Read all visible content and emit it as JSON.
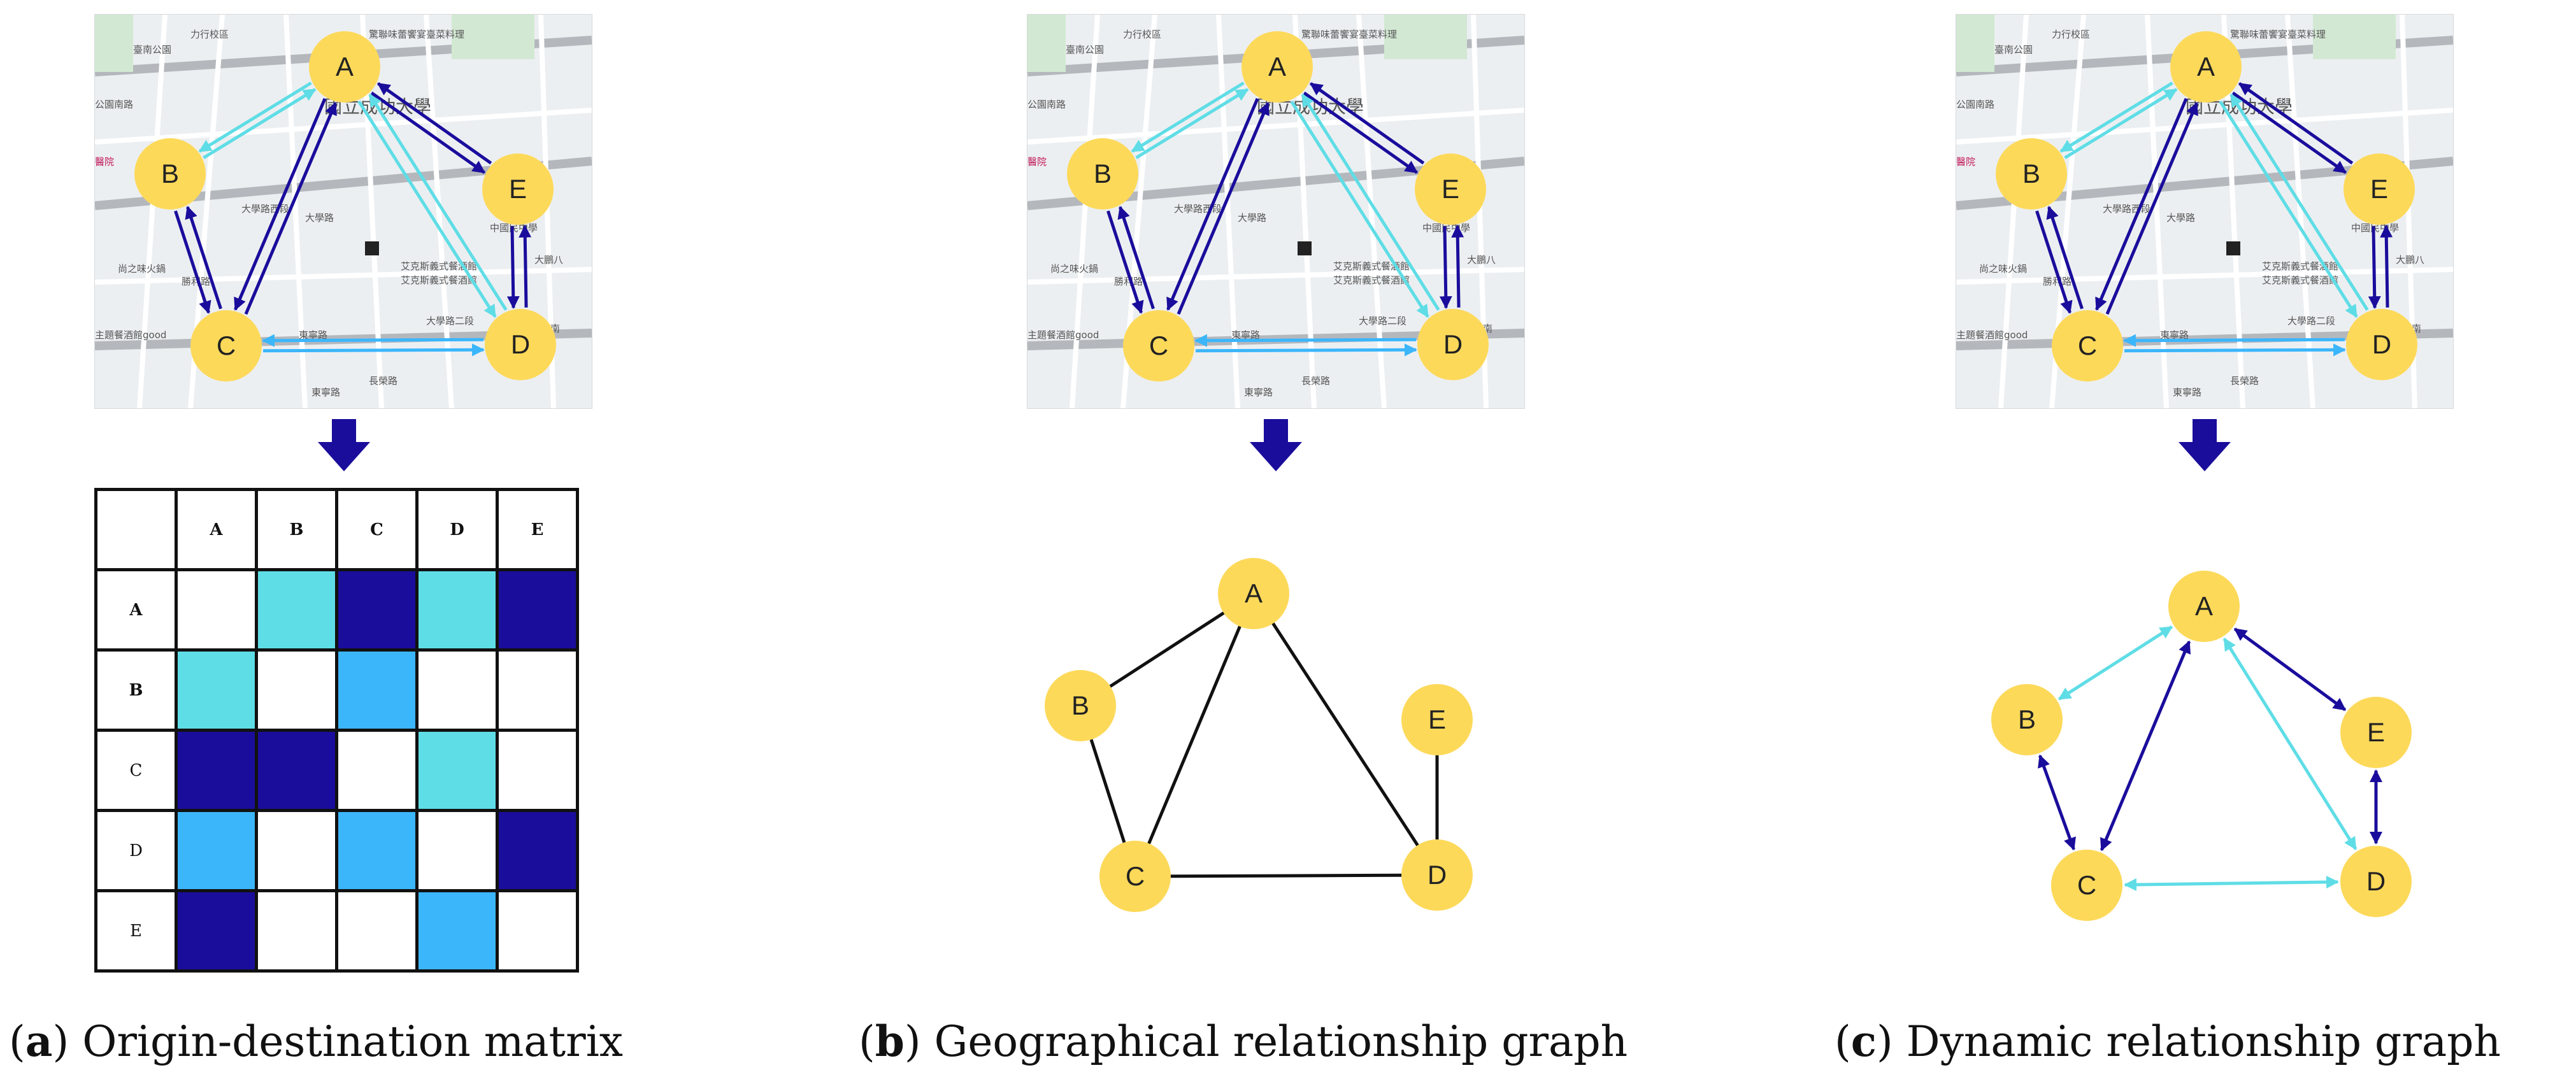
{
  "nodes": [
    "A",
    "B",
    "C",
    "D",
    "E"
  ],
  "map": {
    "labels": [
      "力行校區",
      "臺南公園",
      "公園南路",
      "國立成功大學",
      "大學路",
      "大學路西段",
      "尚之味火鍋",
      "勝利路",
      "主題餐酒館good",
      "東寧路",
      "艾克斯義式餐酒館",
      "艾克斯義式餐酒館",
      "大學路二段",
      "台南",
      "中國民中學",
      "大鵬八",
      "長榮路",
      "醫院",
      "東寧路",
      "驚聯味蕾饗宴臺菜料理"
    ]
  },
  "matrix": {
    "headers": [
      "A",
      "B",
      "C",
      "D",
      "E"
    ],
    "rows": [
      {
        "label": "A",
        "cells": [
          "empty",
          "cyan",
          "navy",
          "cyan",
          "navy"
        ]
      },
      {
        "label": "B",
        "cells": [
          "cyan",
          "empty",
          "sky",
          "empty",
          "empty"
        ]
      },
      {
        "label": "C",
        "cells": [
          "navy",
          "navy",
          "empty",
          "cyan",
          "empty"
        ]
      },
      {
        "label": "D",
        "cells": [
          "sky",
          "empty",
          "sky",
          "empty",
          "navy"
        ]
      },
      {
        "label": "E",
        "cells": [
          "navy",
          "empty",
          "empty",
          "sky",
          "empty"
        ]
      }
    ]
  },
  "colors": {
    "navy": "#1a0d9c",
    "cyan": "#5fdde6",
    "sky": "#3bb6fb",
    "node": "#fdd95a",
    "empty": "#ffffff"
  },
  "geo_edges": [
    [
      "A",
      "B"
    ],
    [
      "A",
      "C"
    ],
    [
      "A",
      "D"
    ],
    [
      "B",
      "C"
    ],
    [
      "C",
      "D"
    ],
    [
      "E",
      "D"
    ]
  ],
  "dyn_edges": [
    {
      "from": "A",
      "to": "B",
      "color": "cyan"
    },
    {
      "from": "A",
      "to": "C",
      "color": "navy"
    },
    {
      "from": "A",
      "to": "E",
      "color": "navy"
    },
    {
      "from": "A",
      "to": "D",
      "color": "cyan"
    },
    {
      "from": "B",
      "to": "C",
      "color": "navy"
    },
    {
      "from": "E",
      "to": "D",
      "color": "navy"
    },
    {
      "from": "C",
      "to": "D",
      "color": "cyan"
    }
  ],
  "captions": {
    "a": {
      "letter": "a",
      "text": "Origin-destination matrix"
    },
    "b": {
      "letter": "b",
      "text": "Geographical relationship graph"
    },
    "c": {
      "letter": "c",
      "text": "Dynamic relationship graph"
    }
  }
}
